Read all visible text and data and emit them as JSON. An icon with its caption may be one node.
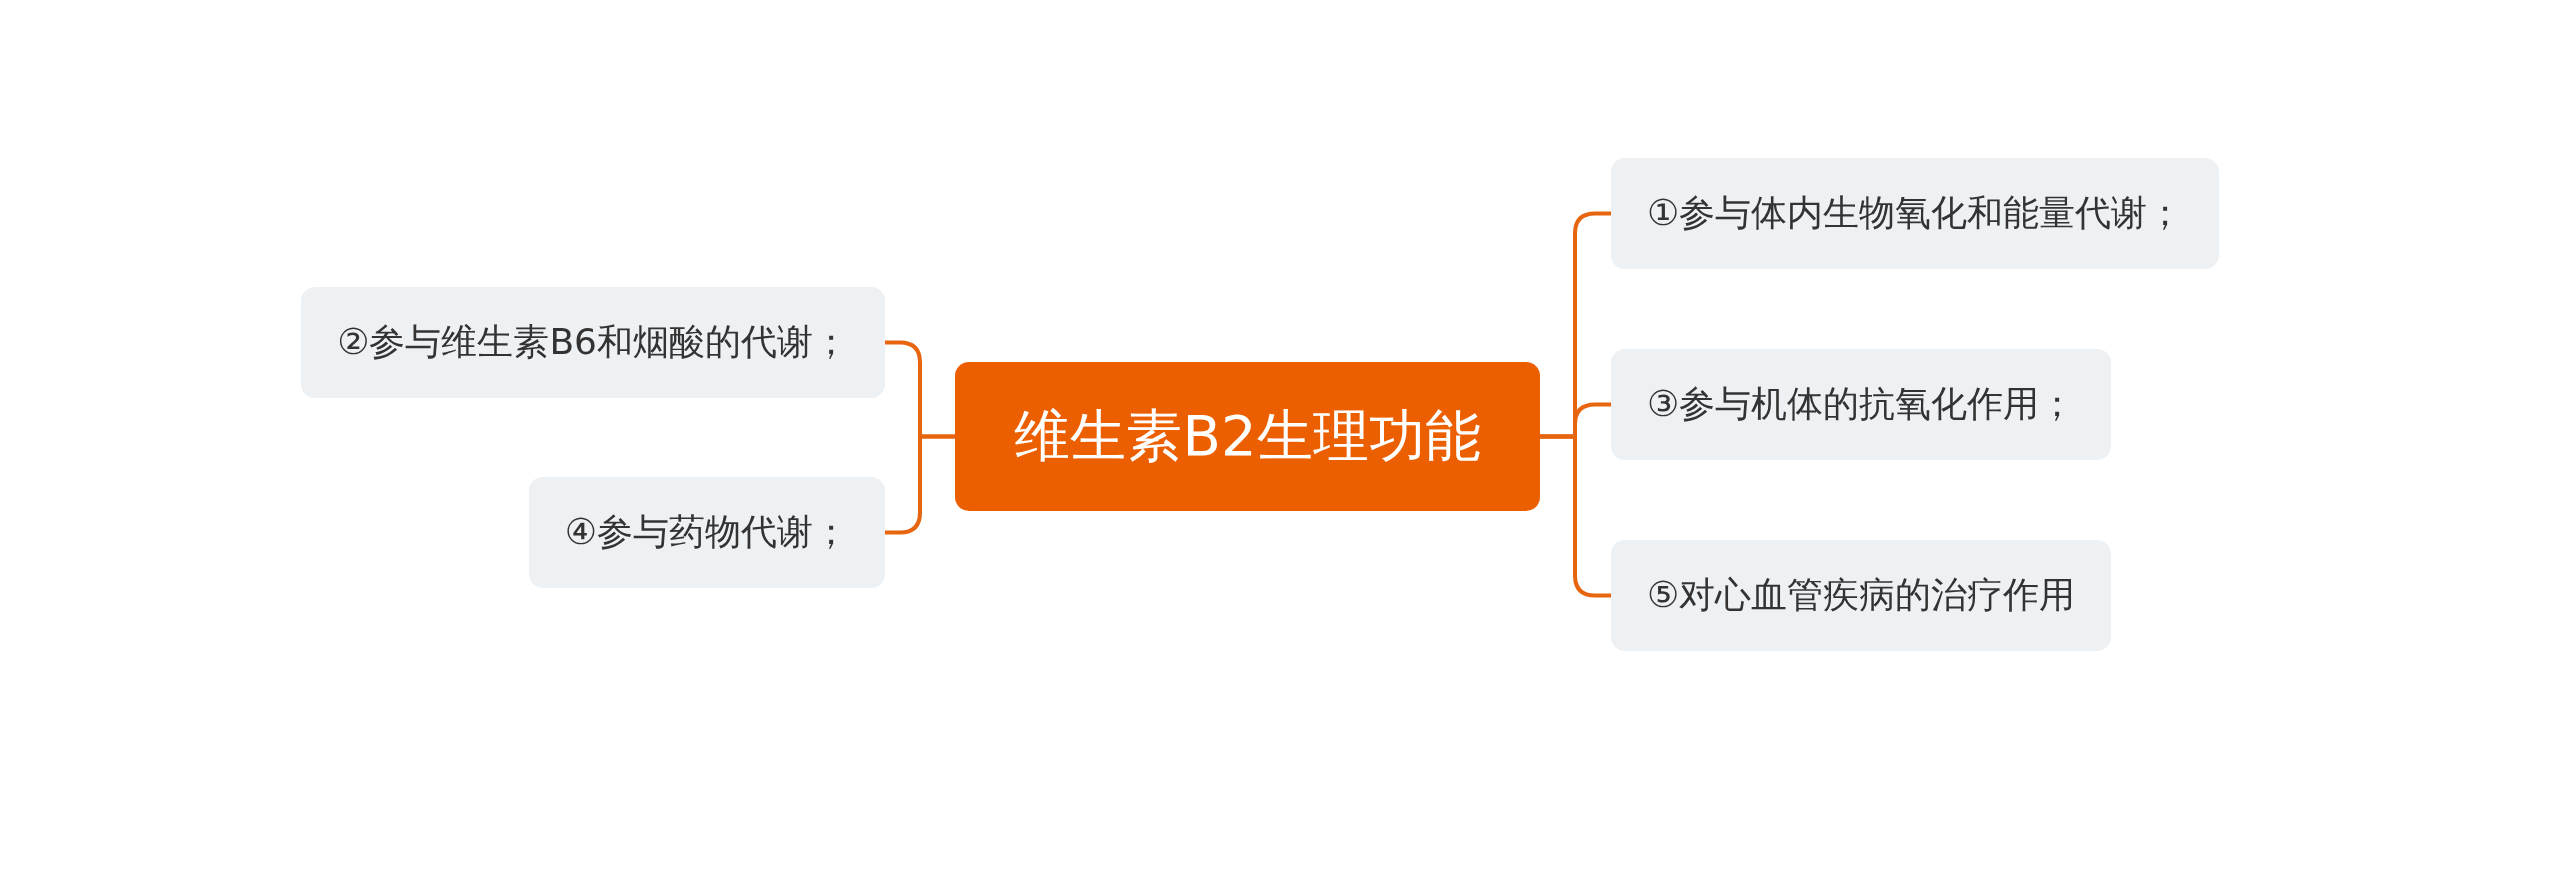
{
  "diagram": {
    "nodes": [
      {
        "text": [
          "维生素B2生理功能"
        ]
      },
      {
        "text": [
          "①参与体内生物氧化和能量代谢；"
        ]
      },
      {
        "text": [
          "②参与维生素B6和烟酸的代谢；"
        ]
      },
      {
        "text": [
          "③参与机体的抗氧化作用；"
        ]
      },
      {
        "text": [
          "④参与药物代谢；"
        ]
      },
      {
        "text": [
          "⑤对心血管疾病的治疗作用"
        ]
      }
    ],
    "edges": [
      {
        "from": 0,
        "to": 1,
        "arrow": "none"
      },
      {
        "from": 0,
        "to": 2,
        "arrow": "none"
      },
      {
        "from": 0,
        "to": 3,
        "arrow": "none"
      },
      {
        "from": 0,
        "to": 4,
        "arrow": "none"
      },
      {
        "from": 0,
        "to": 5,
        "arrow": "none"
      }
    ]
  }
}
